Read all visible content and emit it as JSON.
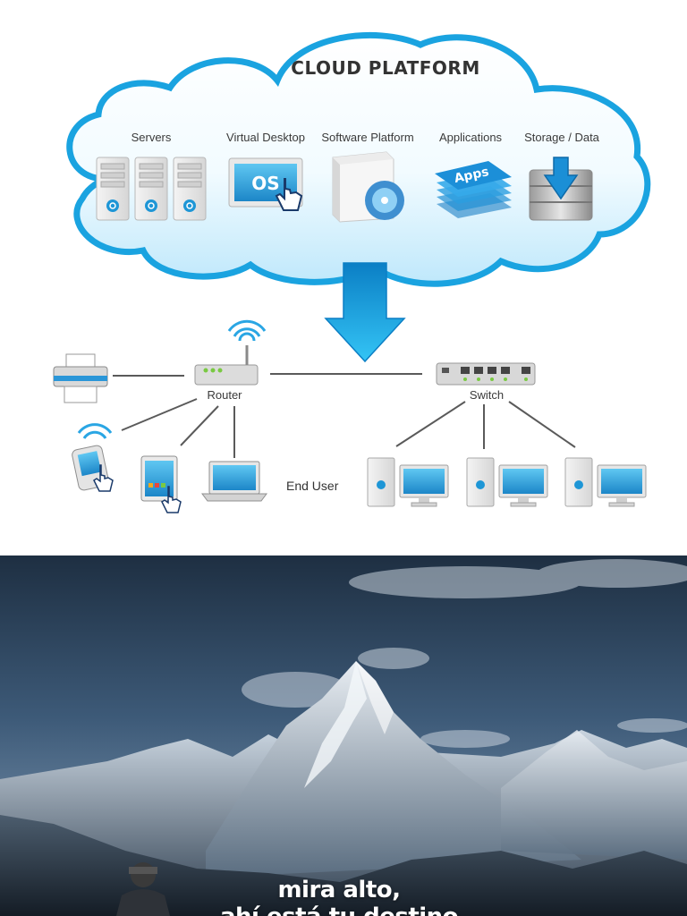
{
  "cloud": {
    "title": "CLOUD PLATFORM",
    "services": [
      {
        "label": "Servers",
        "icon": "server-rack-icon"
      },
      {
        "label": "Virtual Desktop",
        "icon": "os-screen-icon"
      },
      {
        "label": "Software Platform",
        "icon": "software-box-icon"
      },
      {
        "label": "Applications",
        "icon": "apps-stack-icon"
      },
      {
        "label": "Storage / Data",
        "icon": "storage-database-icon"
      }
    ]
  },
  "network": {
    "router_label": "Router",
    "switch_label": "Switch",
    "end_user_label": "End User"
  },
  "poster": {
    "line1": "mira alto,",
    "line2": "ahí está tu destino"
  },
  "colors": {
    "cloud_blue": "#1aa3e0",
    "cloud_light": "#e4f6fd",
    "arrow_blue": "#1f9ee0",
    "line_gray": "#5a5a5a"
  }
}
